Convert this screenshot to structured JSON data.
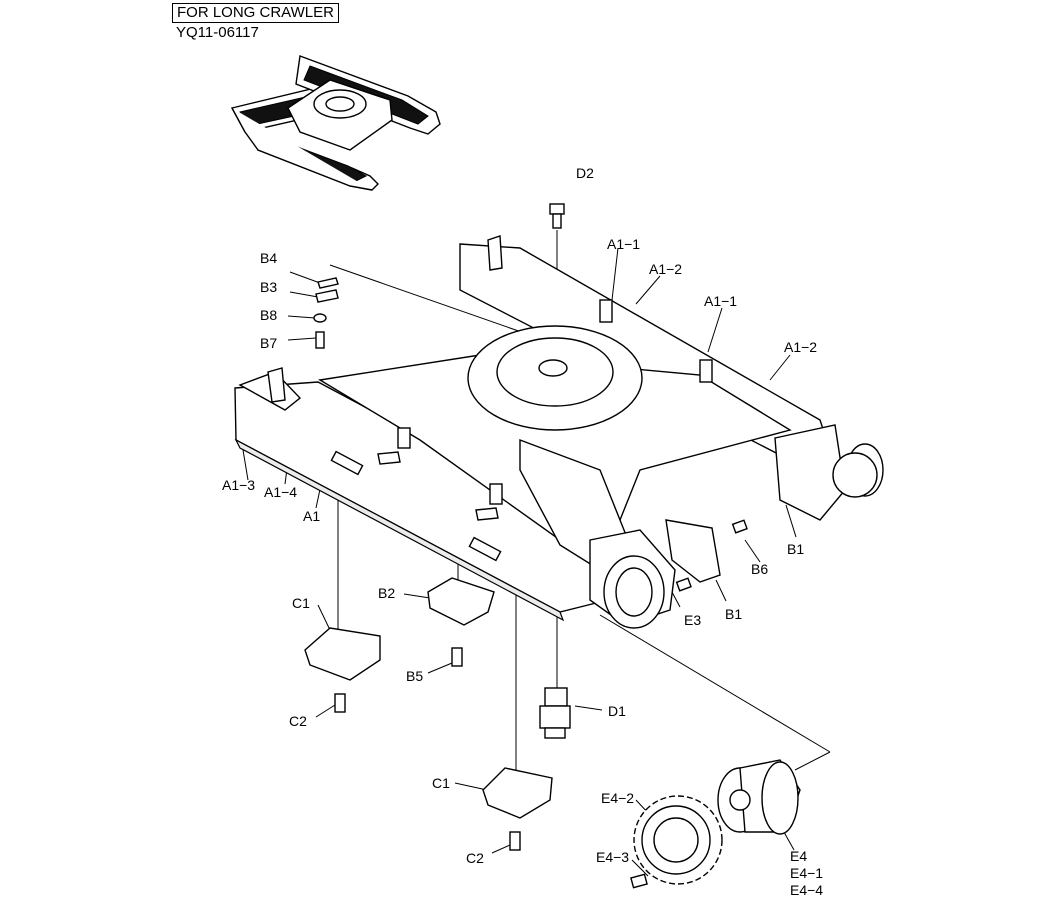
{
  "header": {
    "title": "FOR LONG CRAWLER",
    "code": "YQ11-06117"
  },
  "callouts": {
    "D2": "D2",
    "A1_1a": "A1−1",
    "A1_2a": "A1−2",
    "A1_1b": "A1−1",
    "A1_2b": "A1−2",
    "B4": "B4",
    "B3": "B3",
    "B8": "B8",
    "B7": "B7",
    "A1_3": "A1−3",
    "A1_4": "A1−4",
    "A1": "A1",
    "C1a": "C1",
    "B2": "B2",
    "B5": "B5",
    "C2a": "C2",
    "D1": "D1",
    "E3": "E3",
    "B1a": "B1",
    "B6": "B6",
    "B1b": "B1",
    "C1b": "C1",
    "C2b": "C2",
    "E4_2": "E4−2",
    "E4_3": "E4−3",
    "E4": "E4",
    "E4_1": "E4−1",
    "E4_4": "E4−4"
  },
  "icons": [
    "undercarriage-thumbnail",
    "track-frame",
    "bolt",
    "swivel-joint",
    "guard",
    "sprocket",
    "travel-motor",
    "cover-plate"
  ]
}
